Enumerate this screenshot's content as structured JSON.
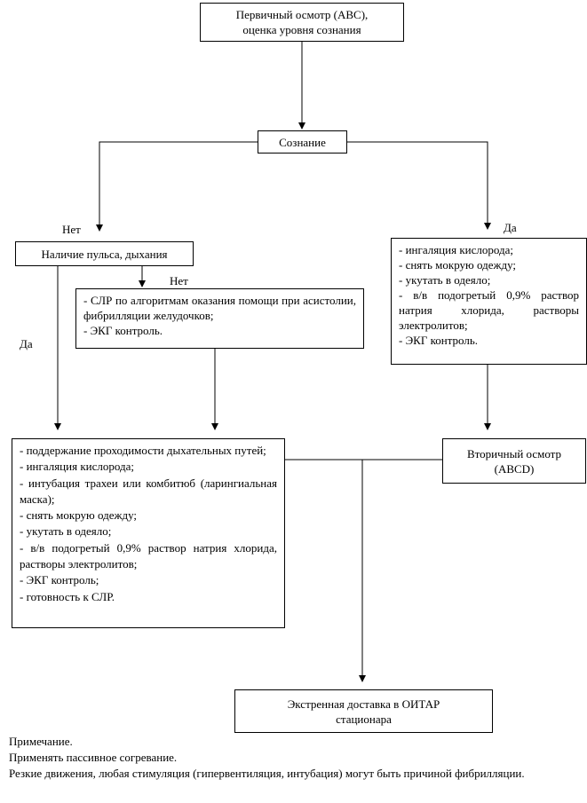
{
  "boxes": {
    "primary": [
      "Первичный осмотр (ABC),",
      "оценка уровня сознания"
    ],
    "consciousness": "Сознание",
    "pulse": "Наличие пульса, дыхания",
    "cpr": [
      "- СЛР по алгоритмам оказания помощи при асистолии, фибрилляции желудочков;",
      "- ЭКГ контроль."
    ],
    "right_actions": [
      "- ингаляция кислорода;",
      "- снять мокрую одежду;",
      "- укутать в одеяло;",
      "- в/в подогретый 0,9% раствор натрия хлорида, растворы электролитов;",
      "- ЭКГ контроль."
    ],
    "left_actions": [
      "- поддержание проходимости дыхательных путей;",
      "- ингаляция кислорода;",
      "- интубация трахеи или комбитюб (ларингиальная маска);",
      "- снять мокрую одежду;",
      "- укутать в одеяло;",
      "- в/в подогретый 0,9% раствор натрия хлорида, растворы электролитов;",
      "- ЭКГ контроль;",
      "- готовность к СЛР."
    ],
    "secondary": [
      "Вторичный осмотр",
      "(ABCD)"
    ],
    "transport": [
      "Экстренная доставка в ОИТАР",
      "стационара"
    ]
  },
  "labels": {
    "no_left": "Нет",
    "yes_right": "Да",
    "no_pulse": "Нет",
    "yes_pulse": "Да"
  },
  "note": {
    "title": "Примечание.",
    "line1": "Применять пассивное согревание.",
    "line2": "Резкие движения, любая стимуляция (гипервентиляция, интубация) могут быть причиной фибрилляции."
  }
}
